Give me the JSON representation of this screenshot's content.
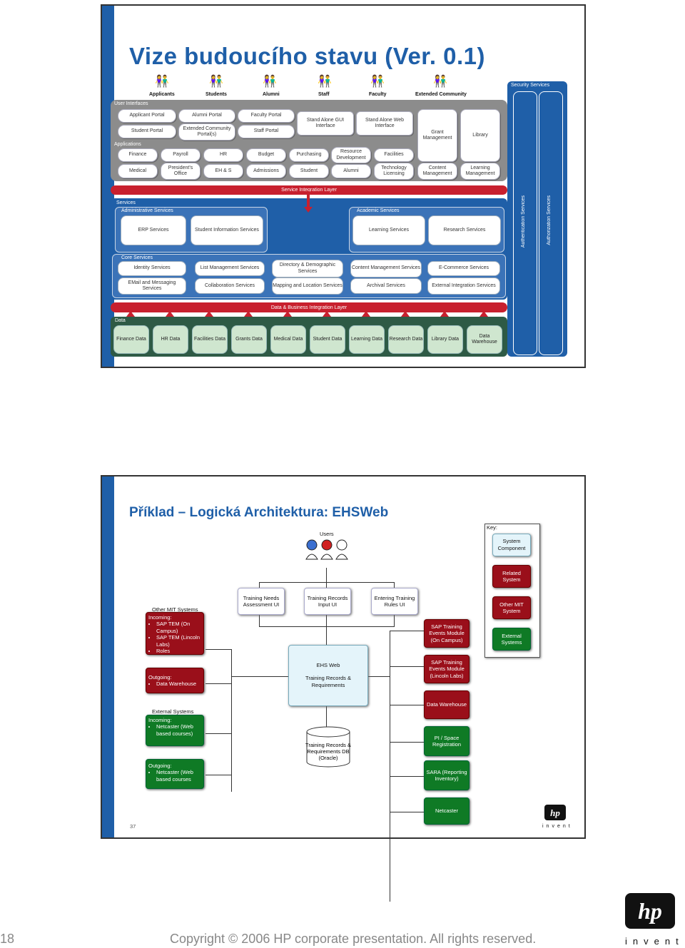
{
  "slide1": {
    "title": "Vize budoucího stavu (Ver. 0.1)",
    "users": [
      "Applicants",
      "Students",
      "Alumni",
      "Staff",
      "Faculty",
      "Extended Community"
    ],
    "user_interfaces_label": "User Interfaces",
    "applications_label": "Applications",
    "portals": [
      "Applicant Portal",
      "Alumni Portal",
      "Faculty Portal",
      "Student Portal",
      "Extended Community Portal(s)",
      "Staff Portal"
    ],
    "stand_alone": [
      "Stand Alone GUI Interface",
      "Stand Alone Web Interface"
    ],
    "grant_management": "Grant Management",
    "library": "Library",
    "apps_row1": [
      "Finance",
      "Payroll",
      "HR",
      "Budget",
      "Purchasing",
      "Resource Development",
      "Facilities"
    ],
    "apps_row2": [
      "Medical",
      "President's Office",
      "EH & S",
      "Admissions",
      "Student",
      "Alumni",
      "Technology Licensing",
      "Content Management",
      "Learning Management"
    ],
    "security_services": "Security Services",
    "authentication": "Authentication Services",
    "authorization": "Authorization Services",
    "service_integration_layer": "Service Integration Layer",
    "services_label": "Services",
    "administrative_services": "Administrative Services",
    "academic_services": "Academic Services",
    "admin_items": [
      "ERP Services",
      "Student Information Services"
    ],
    "academic_items": [
      "Learning Services",
      "Research Services"
    ],
    "core_services_label": "Core Services",
    "core_row1": [
      "Identity Services",
      "List Management Services",
      "Directory & Demographic Services",
      "Content Management Services",
      "E-Commerce Services"
    ],
    "core_row2": [
      "EMail and Messaging Services",
      "Collaboration Services",
      "Mapping and Location Services",
      "Archival Services",
      "External Integration Services"
    ],
    "data_integration_layer": "Data & Business Integration Layer",
    "data_label": "Data",
    "data_items": [
      "Finance Data",
      "HR Data",
      "Facilities Data",
      "Grants Data",
      "Medical Data",
      "Student Data",
      "Learning Data",
      "Research Data",
      "Library Data",
      "Data Warehouse"
    ]
  },
  "slide2": {
    "title": "Příklad – Logická Architektura: EHSWeb",
    "users_label": "Users",
    "key_label": "Key:",
    "key_items": [
      "System Component",
      "Related System",
      "Other MIT System",
      "External Systems"
    ],
    "ui_boxes": [
      "Training Needs Assessment UI",
      "Training Records Input UI",
      "Entering Training Rules UI"
    ],
    "ehs_web_title": "EHS Web",
    "ehs_web_sub": "Training Records & Requirements",
    "db_label": "Training Records & Requirements DB (Oracle)",
    "other_mit_label": "Other MIT Systems",
    "incoming_label": "Incoming:",
    "incoming_mit": [
      "SAP TEM (On Campus)",
      "SAP TEM (Lincoln Labs)",
      "Roles"
    ],
    "outgoing_label": "Outgoing:",
    "outgoing_mit": [
      "Data Warehouse"
    ],
    "external_label": "External Systems",
    "incoming_ext": [
      "Netcaster (Web based courses)"
    ],
    "outgoing_ext": [
      "Netcaster (Web based courses"
    ],
    "right_boxes": [
      "SAP Training Events Module (On Campus)",
      "SAP Training Events Module (Lincoln Labs)",
      "Data Warehouse",
      "PI / Space Registration",
      "SARA (Reporting Inventory)",
      "Netcaster"
    ],
    "page_number": "37",
    "logo_text": "invent"
  },
  "page": {
    "number": "18",
    "copyright": "Copyright © 2006 HP corporate presentation. All rights reserved.",
    "logo_text": "invent"
  },
  "colors": {
    "blue": "#1f5fa8",
    "red": "#c8202e",
    "dark_red": "#9a0f1a",
    "green": "#0f7a25"
  }
}
